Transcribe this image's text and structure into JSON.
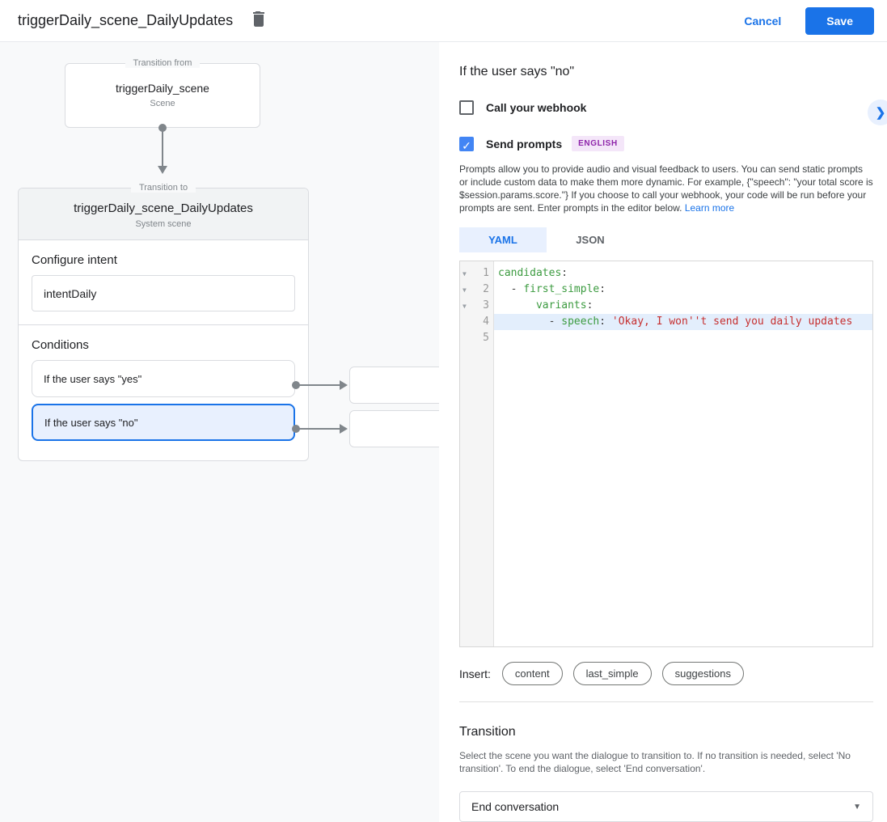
{
  "header": {
    "title": "triggerDaily_scene_DailyUpdates",
    "cancel_label": "Cancel",
    "save_label": "Save"
  },
  "canvas": {
    "transition_from": {
      "legend": "Transition from",
      "title": "triggerDaily_scene",
      "subtitle": "Scene"
    },
    "transition_to": {
      "legend": "Transition to",
      "title": "triggerDaily_scene_DailyUpdates",
      "subtitle": "System scene",
      "configure_intent_label": "Configure intent",
      "intent_value": "intentDaily",
      "conditions_label": "Conditions",
      "conditions": [
        {
          "label": "If the user says \"yes\"",
          "selected": false
        },
        {
          "label": "If the user says \"no\"",
          "selected": true
        }
      ]
    }
  },
  "panel": {
    "title": "If the user says \"no\"",
    "collapse_icon": "❯",
    "webhook": {
      "label": "Call your webhook",
      "checked": false
    },
    "prompts": {
      "label": "Send prompts",
      "checked": true,
      "badge": "ENGLISH"
    },
    "description": "Prompts allow you to provide audio and visual feedback to users. You can send static prompts or include custom data to make them more dynamic. For example, {\"speech\": \"your total score is $session.params.score.\"} If you choose to call your webhook, your code will be run before your prompts are sent. Enter prompts in the editor below. ",
    "learn_more_label": "Learn more",
    "tabs": [
      {
        "label": "YAML",
        "selected": true
      },
      {
        "label": "JSON",
        "selected": false
      }
    ],
    "editor": {
      "lines": [
        {
          "n": "1",
          "fold": true,
          "active": false,
          "code": [
            [
              "k",
              "candidates"
            ],
            [
              "p",
              ":"
            ]
          ]
        },
        {
          "n": "2",
          "fold": true,
          "active": false,
          "code": [
            [
              "p",
              "  - "
            ],
            [
              "k",
              "first_simple"
            ],
            [
              "p",
              ":"
            ]
          ]
        },
        {
          "n": "3",
          "fold": true,
          "active": false,
          "code": [
            [
              "p",
              "      "
            ],
            [
              "k",
              "variants"
            ],
            [
              "p",
              ":"
            ]
          ]
        },
        {
          "n": "4",
          "fold": false,
          "active": true,
          "code": [
            [
              "p",
              "        - "
            ],
            [
              "k",
              "speech"
            ],
            [
              "p",
              ": "
            ],
            [
              "s",
              "'Okay, I won''t send you daily updates"
            ]
          ]
        },
        {
          "n": "5",
          "fold": false,
          "active": false,
          "code": []
        }
      ]
    },
    "insert_label": "Insert:",
    "chips": [
      "content",
      "last_simple",
      "suggestions"
    ],
    "transition": {
      "heading": "Transition",
      "description": "Select the scene you want the dialogue to transition to. If no transition is needed, select 'No transition'. To end the dialogue, select 'End conversation'.",
      "value": "End conversation",
      "caret_icon": "▼"
    }
  }
}
